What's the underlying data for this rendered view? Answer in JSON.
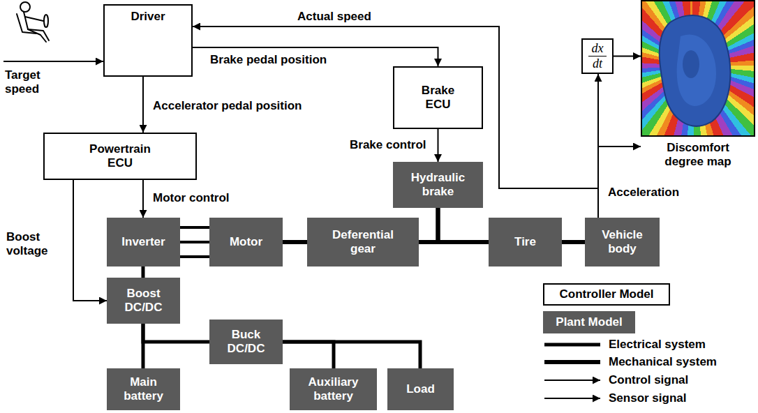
{
  "diagram": {
    "nodes": [
      {
        "text": [
          "Driver"
        ]
      },
      {
        "text": [
          "Brake ECU"
        ]
      },
      {
        "text": [
          "dx",
          "dt"
        ]
      },
      {
        "text": [
          "Discomfort degree map"
        ]
      },
      {
        "text": [
          "Powertrain ECU"
        ]
      },
      {
        "text": [
          "Hydraulic brake"
        ]
      },
      {
        "text": [
          "Inverter"
        ]
      },
      {
        "text": [
          "Motor"
        ]
      },
      {
        "text": [
          "Deferential gear"
        ]
      },
      {
        "text": [
          "Tire"
        ]
      },
      {
        "text": [
          "Vehicle body"
        ]
      },
      {
        "text": [
          "Boost DC/DC"
        ]
      },
      {
        "text": [
          "Buck DC/DC"
        ]
      },
      {
        "text": [
          "Main battery"
        ]
      },
      {
        "text": [
          "Auxiliary battery"
        ]
      },
      {
        "text": [
          "Load"
        ]
      }
    ],
    "edges": [
      {
        "from": 0,
        "to": 1,
        "label": "Brake pedal position",
        "arrow": "to"
      },
      {
        "from": 0,
        "to": 4,
        "label": "Accelerator pedal position",
        "arrow": "to"
      },
      {
        "from": 1,
        "to": 5,
        "label": "Brake control",
        "arrow": "to"
      },
      {
        "from": 4,
        "to": 6,
        "label": "Motor control",
        "arrow": "to"
      },
      {
        "from": 4,
        "to": 11,
        "label": "Boost voltage",
        "arrow": "to"
      },
      {
        "from": 10,
        "to": 0,
        "label": "Actual speed",
        "arrow": "to"
      },
      {
        "from": 10,
        "to": 2,
        "label": "Acceleration",
        "arrow": "to"
      },
      {
        "from": 2,
        "to": 3,
        "arrow": "to"
      },
      {
        "from": 10,
        "to": 3,
        "arrow": "to"
      },
      {
        "from": 6,
        "to": 7,
        "arrow": "none"
      },
      {
        "from": 7,
        "to": 8,
        "arrow": "none"
      },
      {
        "from": 8,
        "to": 9,
        "arrow": "none"
      },
      {
        "from": 5,
        "to": 8,
        "arrow": "none"
      },
      {
        "from": 5,
        "to": 9,
        "arrow": "none"
      },
      {
        "from": 9,
        "to": 10,
        "arrow": "none"
      },
      {
        "from": 6,
        "to": 11,
        "arrow": "none"
      },
      {
        "from": 11,
        "to": 13,
        "arrow": "none"
      },
      {
        "from": 11,
        "to": 12,
        "arrow": "none"
      },
      {
        "from": 12,
        "to": 14,
        "arrow": "none"
      },
      {
        "from": 12,
        "to": 15,
        "arrow": "none"
      }
    ],
    "labels": [
      "Target speed"
    ],
    "legend": [
      {
        "text": "Controller Model",
        "color": "#ffffff"
      },
      {
        "text": "Plant Model",
        "color": "#5a5a5a"
      },
      {
        "text": "Electrical system"
      },
      {
        "text": "Mechanical system"
      },
      {
        "text": "Control signal"
      },
      {
        "text": "Sensor signal"
      }
    ]
  }
}
